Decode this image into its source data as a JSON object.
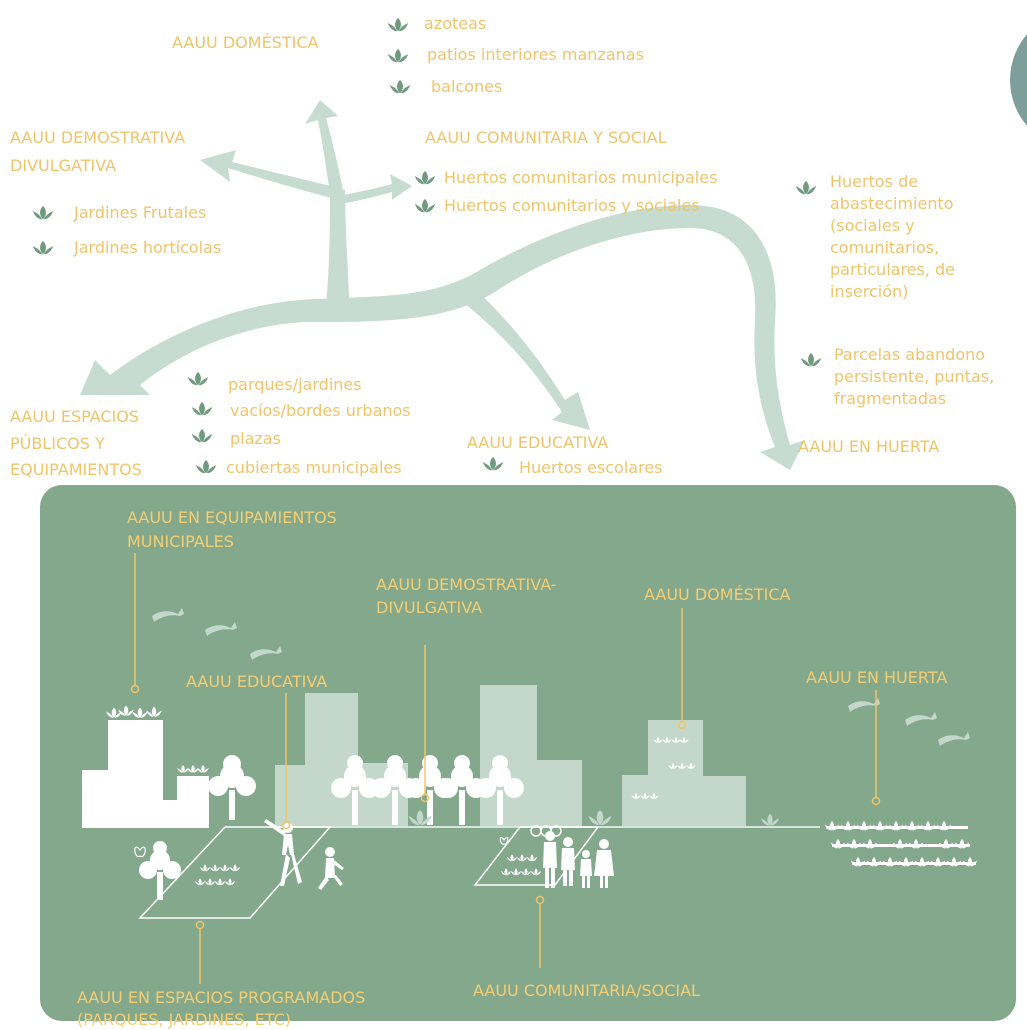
{
  "colors": {
    "label": "#f0c56a",
    "leaf": "#6f9a7e",
    "arrow": "#c6dcd1",
    "panel": "#83a88c",
    "building_light": "#c3d8cb",
    "white": "#ffffff",
    "corner_circle": "#7e9e9b"
  },
  "top": {
    "domestica": {
      "title": "AAUU DOMÉSTICA",
      "items": [
        "azoteas",
        "patios interiores manzanas",
        "balcones"
      ]
    },
    "demostrativa": {
      "title_line1": "AAUU DEMOSTRATIVA",
      "title_line2": "DIVULGATIVA",
      "items": [
        "Jardines Frutales",
        "Jardines hortícolas"
      ]
    },
    "comunitaria": {
      "title": "AAUU COMUNITARIA Y SOCIAL",
      "items": [
        "Huertos comunitarios municipales",
        "Huertos comunitarios y sociales"
      ]
    },
    "huerta": {
      "item1": "Huertos de abastecimiento (sociales y comunitarios, particulares, de inserción)",
      "item2": "Parcelas abandono persistente, puntas, fragmentadas",
      "title": "AAUU EN HUERTA"
    },
    "espacios": {
      "title_line1": "AAUU ESPACIOS",
      "title_line2": "PÚBLICOS Y",
      "title_line3": "EQUIPAMIENTOS",
      "items": [
        "parques/jardines",
        "vacíos/bordes urbanos",
        "plazas",
        "cubiertas municipales"
      ]
    },
    "educativa": {
      "title": "AAUU EDUCATIVA",
      "items": [
        "Huertos escolares"
      ]
    }
  },
  "panel": {
    "equipamientos_line1": "AAUU EN EQUIPAMIENTOS",
    "equipamientos_line2": "MUNICIPALES",
    "demostrativa_line1": "AAUU DEMOSTRATIVA-",
    "demostrativa_line2": "DIVULGATIVA",
    "domestica": "AAUU DOMÉSTICA",
    "educativa": "AAUU EDUCATIVA",
    "huerta": "AAUU EN HUERTA",
    "programados_line1": "AAUU EN ESPACIOS PROGRAMADOS",
    "programados_line2": "(PARQUES, JARDINES, ETC)",
    "comunitaria": "AAUU COMUNITARIA/SOCIAL"
  }
}
